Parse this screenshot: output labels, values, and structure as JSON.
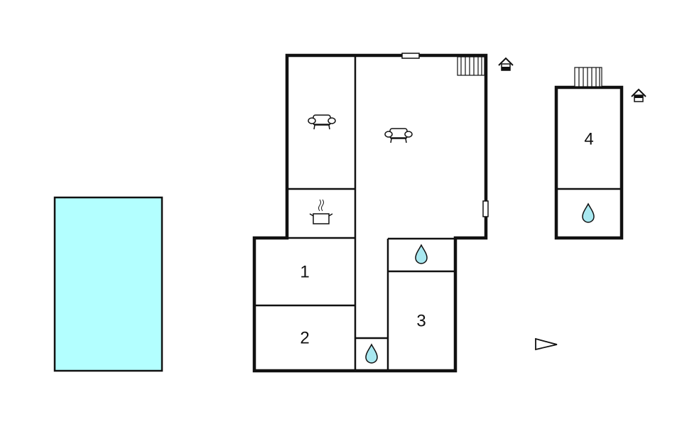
{
  "diagram": {
    "type": "floor-plan",
    "colors": {
      "wall": "#111111",
      "pool": "#b3ffff",
      "water_drop": "#a8e8f0",
      "background": "#ffffff"
    },
    "pool": {
      "label": ""
    },
    "rooms": [
      {
        "id": "living-small",
        "icon": "sofa-icon",
        "label": ""
      },
      {
        "id": "living-main",
        "icon": "sofa-icon",
        "label": ""
      },
      {
        "id": "kitchen",
        "icon": "cooking-pot-icon",
        "label": ""
      },
      {
        "id": "bedroom-1",
        "label": "1"
      },
      {
        "id": "bedroom-2",
        "label": "2"
      },
      {
        "id": "bedroom-3",
        "label": "3"
      },
      {
        "id": "bathroom-1",
        "icon": "water-drop-icon",
        "label": ""
      },
      {
        "id": "bathroom-2",
        "icon": "water-drop-icon",
        "label": ""
      },
      {
        "id": "annex-bedroom-4",
        "label": "4"
      },
      {
        "id": "annex-bathroom",
        "icon": "water-drop-icon",
        "label": ""
      }
    ],
    "features": [
      "stairs-icon",
      "stairs-icon",
      "entrance-icon",
      "entrance-icon",
      "window-icon",
      "window-icon",
      "north-arrow-icon"
    ]
  }
}
